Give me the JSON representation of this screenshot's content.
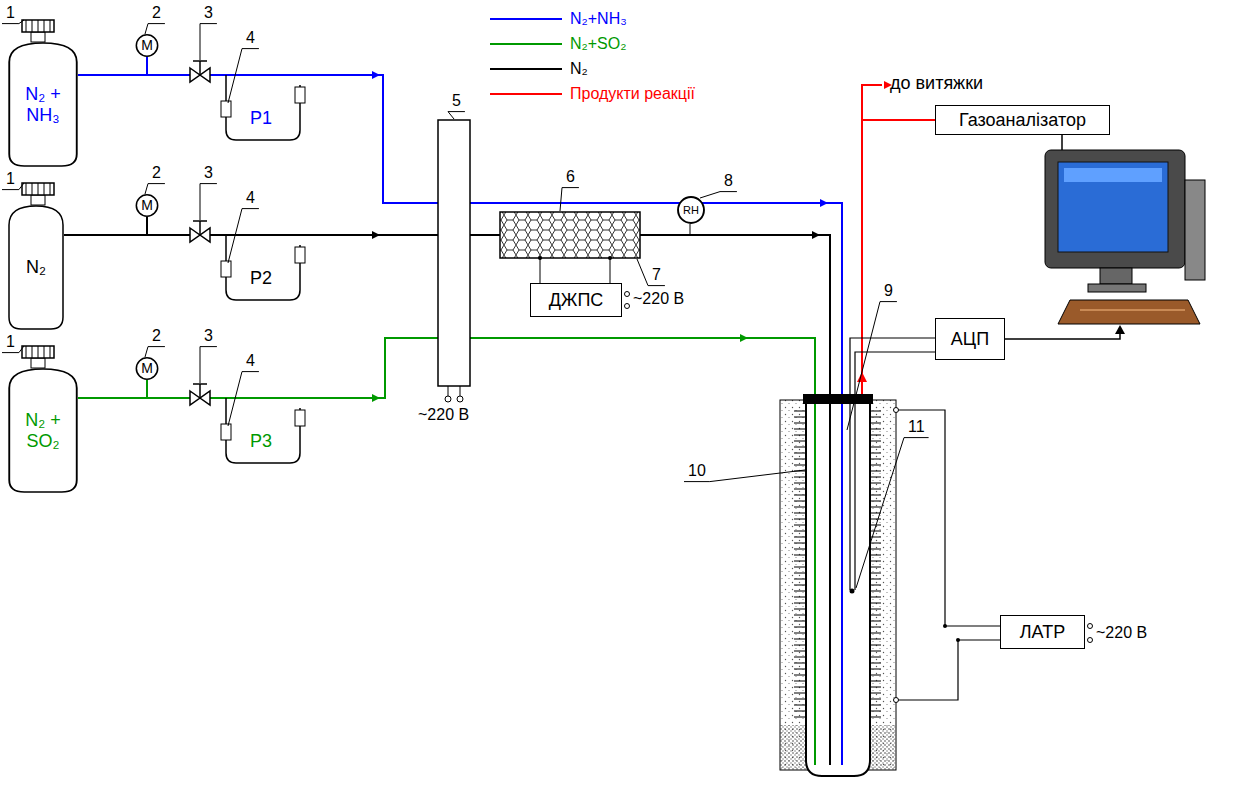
{
  "diagram": {
    "nodes": [
      {
        "text": [
          "N₂ + NH₃"
        ]
      },
      {
        "text": [
          "M"
        ]
      },
      {
        "text": [
          "N₂"
        ]
      },
      {
        "text": [
          "M"
        ]
      },
      {
        "text": [
          "N₂ + SO₂"
        ]
      },
      {
        "text": [
          "M"
        ]
      },
      {
        "text": [
          "RH"
        ]
      },
      {
        "text": [
          "Газоаналізатор"
        ]
      },
      {
        "text": [
          "АЦП"
        ]
      },
      {
        "text": [
          "ДЖПС"
        ]
      },
      {
        "text": [
          "ЛАТР"
        ]
      }
    ],
    "edges": [
      {
        "from": 0,
        "to": 1,
        "arrow": "none"
      },
      {
        "from": 2,
        "to": 3,
        "arrow": "none"
      },
      {
        "from": 4,
        "to": 5,
        "arrow": "none"
      }
    ],
    "labels": [
      "1",
      "2",
      "3",
      "4",
      "1",
      "2",
      "3",
      "4",
      "1",
      "2",
      "3",
      "4",
      "P1",
      "P2",
      "P3",
      "5",
      "6",
      "7",
      "8",
      "9",
      "10",
      "11",
      "~220 В",
      "~220 В",
      "~220 В",
      "до витяжки"
    ],
    "legend": [
      {
        "text": "N₂+NH₃"
      },
      {
        "text": "N₂+SO₂"
      },
      {
        "text": "N₂"
      },
      {
        "text": "Продукти реакції"
      }
    ]
  }
}
